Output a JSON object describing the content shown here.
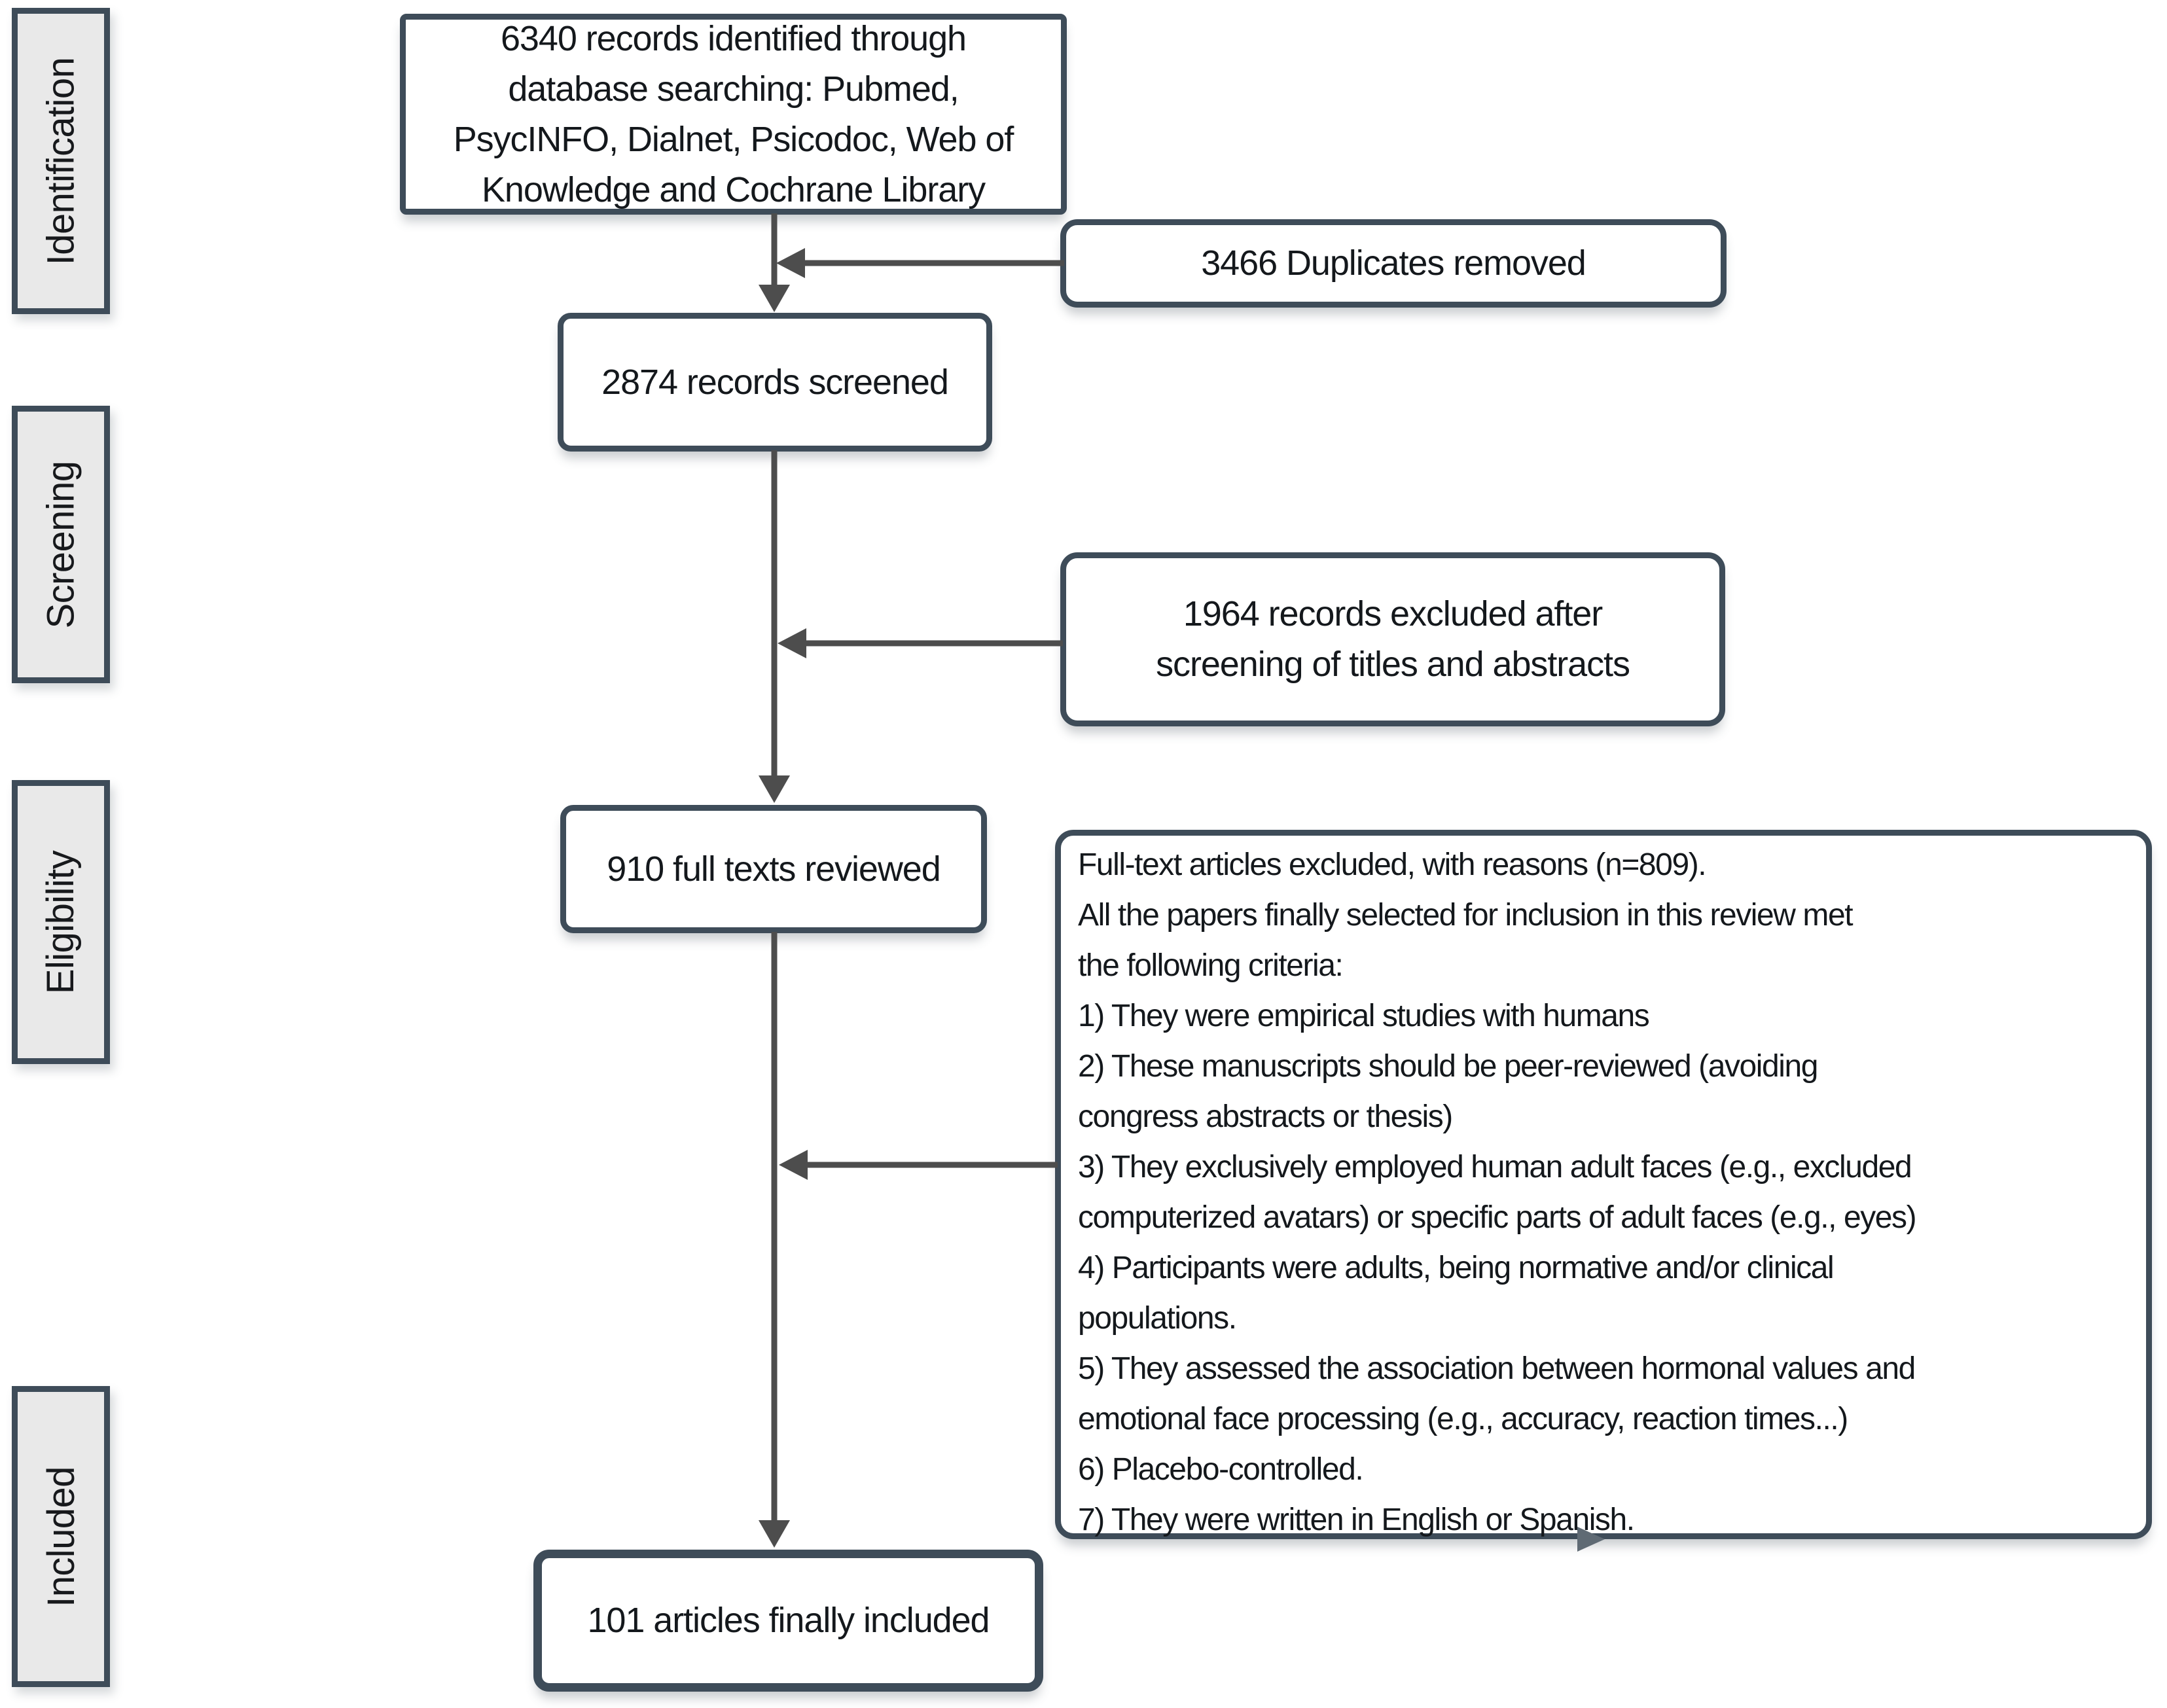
{
  "colors": {
    "border": "#3e4c59",
    "arrow": "#4d4d4d",
    "arrow-light": "#5f6a74",
    "sidebar-fill": "#e9e9e9",
    "box-fill": "#ffffff",
    "text": "#14181c"
  },
  "sidebar": {
    "stages": [
      {
        "label": "Identification"
      },
      {
        "label": "Screening"
      },
      {
        "label": "Eligibility"
      },
      {
        "label": "Included"
      }
    ]
  },
  "flow": {
    "identified": "6340 records identified through\ndatabase searching:  Pubmed,\nPsycINFO, Dialnet, Psicodoc, Web of\nKnowledge and Cochrane Library",
    "duplicates_removed": "3466 Duplicates removed",
    "records_screened": "2874 records screened",
    "records_excluded": "1964 records excluded after\nscreening of titles and abstracts",
    "full_texts_reviewed": "910 full texts reviewed",
    "exclusion_criteria": "Full-text articles excluded, with reasons (n=809).\nAll the papers finally selected for inclusion in this review met\nthe following criteria:\n1) They were empirical studies with humans\n2) These manuscripts should be peer-reviewed (avoiding\ncongress abstracts or thesis)\n3) They exclusively employed human adult faces (e.g., excluded\ncomputerized avatars) or specific parts of adult faces (e.g., eyes)\n4) Participants were adults, being normative and/or clinical\npopulations.\n5) They assessed the association between hormonal values and\nemotional face processing (e.g., accuracy, reaction times...)\n6) Placebo-controlled.\n7) They were written in English or Spanish.",
    "articles_included": "101 articles finally included"
  }
}
